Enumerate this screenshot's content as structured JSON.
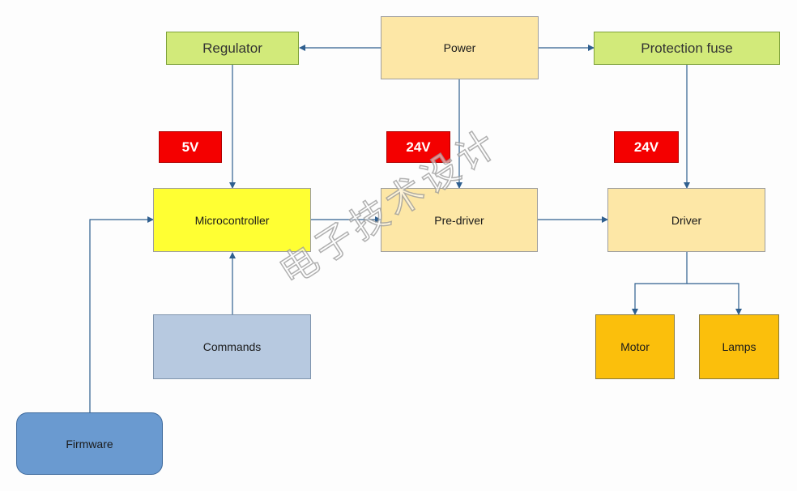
{
  "nodes": {
    "regulator": "Regulator",
    "power": "Power",
    "protection_fuse": "Protection fuse",
    "microcontroller": "Microcontroller",
    "pre_driver": "Pre-driver",
    "driver": "Driver",
    "commands": "Commands",
    "firmware": "Firmware",
    "motor": "Motor",
    "lamps": "Lamps"
  },
  "voltage_labels": {
    "regulator_out": "5V",
    "power_out": "24V",
    "fuse_out": "24V"
  },
  "watermark": "电子技术设计",
  "colors": {
    "arrow": "#2f5f8f",
    "green": "#d2ea7a",
    "cream": "#fde7a6",
    "yellow": "#ffff33",
    "light_blue": "#b7c9e0",
    "blue": "#6a9ad0",
    "orange": "#fbbf0c",
    "red": "#f40000"
  }
}
